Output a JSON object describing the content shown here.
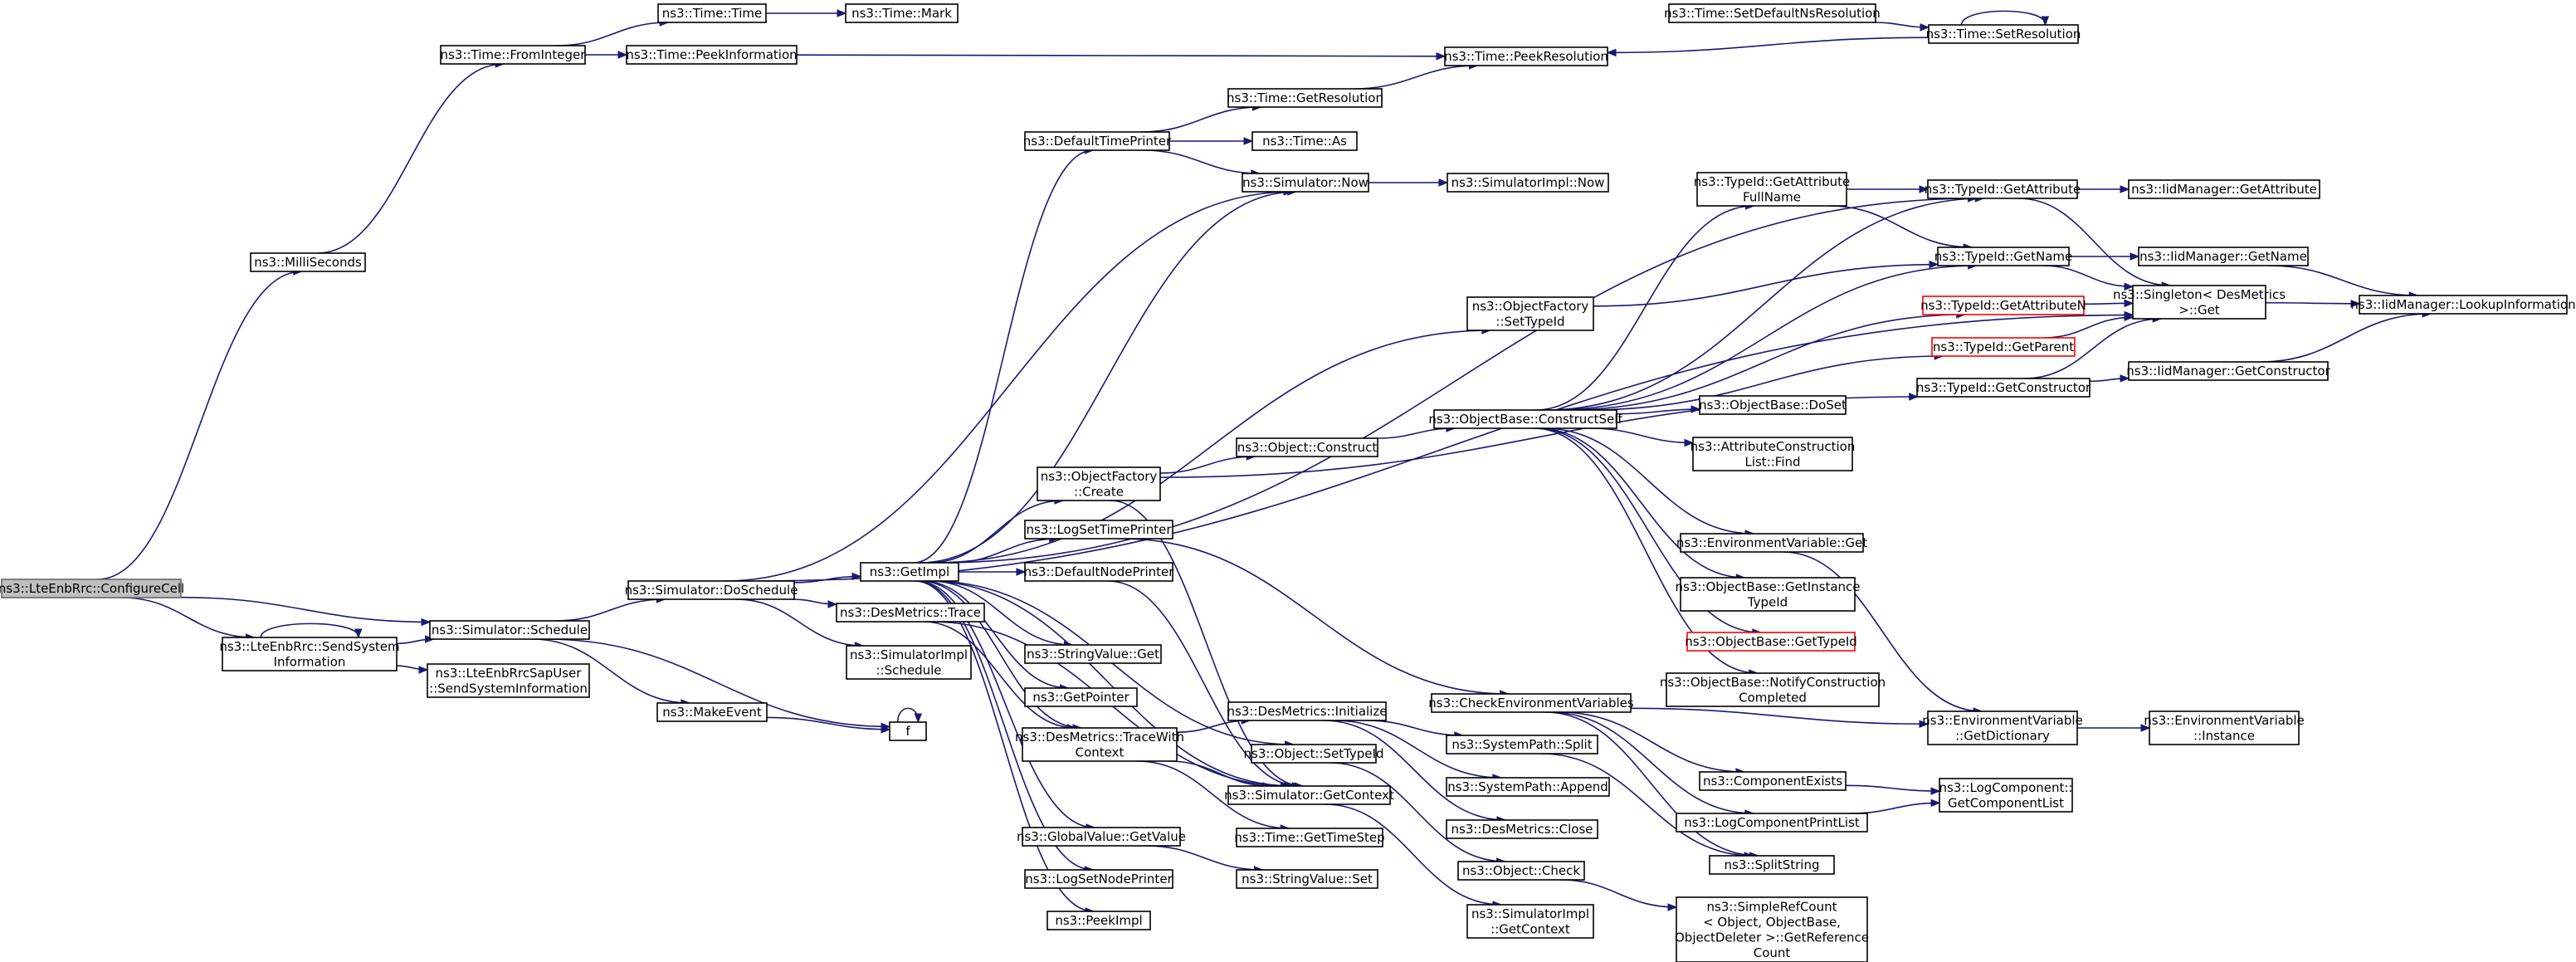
{
  "colors": {
    "edge": "#191970",
    "root_fill": "#bfbfbf",
    "warning_border": "#ff0000"
  },
  "nodes": {
    "configure_cell": [
      "ns3::LteEnbRrc::ConfigureCell"
    ],
    "milliseconds": [
      "ns3::MilliSeconds"
    ],
    "from_integer": [
      "ns3::Time::FromInteger"
    ],
    "time_time": [
      "ns3::Time::Time"
    ],
    "time_mark": [
      "ns3::Time::Mark"
    ],
    "peek_information": [
      "ns3::Time::PeekInformation"
    ],
    "peek_resolution": [
      "ns3::Time::PeekResolution"
    ],
    "set_default_ns_resolution": [
      "ns3::Time::SetDefaultNsResolution"
    ],
    "set_resolution": [
      "ns3::Time::SetResolution"
    ],
    "get_resolution": [
      "ns3::Time::GetResolution"
    ],
    "default_time_printer": [
      "ns3::DefaultTimePrinter"
    ],
    "time_as": [
      "ns3::Time::As"
    ],
    "simulator_now": [
      "ns3::Simulator::Now"
    ],
    "simulator_impl_now": [
      "ns3::SimulatorImpl::Now"
    ],
    "send_system_information": [
      "ns3::LteEnbRrc::SendSystem",
      "Information"
    ],
    "sap_user_send": [
      "ns3::LteEnbRrcSapUser",
      "::SendSystemInformation"
    ],
    "simulator_schedule": [
      "ns3::Simulator::Schedule"
    ],
    "do_schedule": [
      "ns3::Simulator::DoSchedule"
    ],
    "make_event": [
      "ns3::MakeEvent"
    ],
    "f": [
      "f"
    ],
    "get_impl": [
      "ns3::GetImpl"
    ],
    "des_metrics_trace": [
      "ns3::DesMetrics::Trace"
    ],
    "simulator_impl_schedule": [
      "ns3::SimulatorImpl",
      "::Schedule"
    ],
    "object_factory_create": [
      "ns3::ObjectFactory",
      "::Create"
    ],
    "log_set_time_printer": [
      "ns3::LogSetTimePrinter"
    ],
    "default_node_printer": [
      "ns3::DefaultNodePrinter"
    ],
    "string_value_get": [
      "ns3::StringValue::Get"
    ],
    "get_pointer": [
      "ns3::GetPointer"
    ],
    "trace_with_context": [
      "ns3::DesMetrics::TraceWith",
      "Context"
    ],
    "global_value_get_value": [
      "ns3::GlobalValue::GetValue"
    ],
    "log_set_node_printer": [
      "ns3::LogSetNodePrinter"
    ],
    "peek_impl": [
      "ns3::PeekImpl"
    ],
    "object_construct": [
      "ns3::Object::Construct"
    ],
    "object_factory_set_type_id": [
      "ns3::ObjectFactory",
      "::SetTypeId"
    ],
    "construct_self": [
      "ns3::ObjectBase::ConstructSelf"
    ],
    "des_metrics_initialize": [
      "ns3::DesMetrics::Initialize"
    ],
    "object_set_type_id": [
      "ns3::Object::SetTypeId"
    ],
    "simulator_get_context": [
      "ns3::Simulator::GetContext"
    ],
    "time_get_time_step": [
      "ns3::Time::GetTimeStep"
    ],
    "string_value_set": [
      "ns3::StringValue::Set"
    ],
    "system_path_split": [
      "ns3::SystemPath::Split"
    ],
    "system_path_append": [
      "ns3::SystemPath::Append"
    ],
    "des_metrics_close": [
      "ns3::DesMetrics::Close"
    ],
    "object_check": [
      "ns3::Object::Check"
    ],
    "simulator_impl_get_context": [
      "ns3::SimulatorImpl",
      "::GetContext"
    ],
    "check_environment_variables": [
      "ns3::CheckEnvironmentVariables"
    ],
    "get_attribute_full_name": [
      "ns3::TypeId::GetAttribute",
      "FullName"
    ],
    "type_id_get_attribute": [
      "ns3::TypeId::GetAttribute"
    ],
    "iid_get_attribute": [
      "ns3::IidManager::GetAttribute"
    ],
    "type_id_get_name": [
      "ns3::TypeId::GetName"
    ],
    "iid_get_name": [
      "ns3::IidManager::GetName"
    ],
    "singleton_get": [
      "ns3::Singleton< DesMetrics",
      " >::Get"
    ],
    "iid_lookup_information": [
      "ns3::IidManager::LookupInformation"
    ],
    "get_attribute_n": [
      "ns3::TypeId::GetAttributeN"
    ],
    "get_parent": [
      "ns3::TypeId::GetParent"
    ],
    "get_constructor": [
      "ns3::TypeId::GetConstructor"
    ],
    "iid_get_constructor": [
      "ns3::IidManager::GetConstructor"
    ],
    "object_base_do_set": [
      "ns3::ObjectBase::DoSet"
    ],
    "attribute_construction_find": [
      "ns3::AttributeConstruction",
      "List::Find"
    ],
    "env_var_get": [
      "ns3::EnvironmentVariable::Get"
    ],
    "get_instance_type_id": [
      "ns3::ObjectBase::GetInstance",
      "TypeId"
    ],
    "object_base_get_type_id": [
      "ns3::ObjectBase::GetTypeId"
    ],
    "notify_construction_completed": [
      "ns3::ObjectBase::NotifyConstruction",
      "Completed"
    ],
    "env_var_get_dictionary": [
      "ns3::EnvironmentVariable",
      "::GetDictionary"
    ],
    "env_var_instance": [
      "ns3::EnvironmentVariable",
      "::Instance"
    ],
    "component_exists": [
      "ns3::ComponentExists"
    ],
    "log_component_print_list": [
      "ns3::LogComponentPrintList"
    ],
    "get_component_list": [
      "ns3::LogComponent::",
      "GetComponentList"
    ],
    "split_string": [
      "ns3::SplitString"
    ],
    "get_reference_count": [
      "ns3::SimpleRefCount",
      "< Object, ObjectBase,",
      " ObjectDeleter >::GetReference",
      "Count"
    ]
  }
}
